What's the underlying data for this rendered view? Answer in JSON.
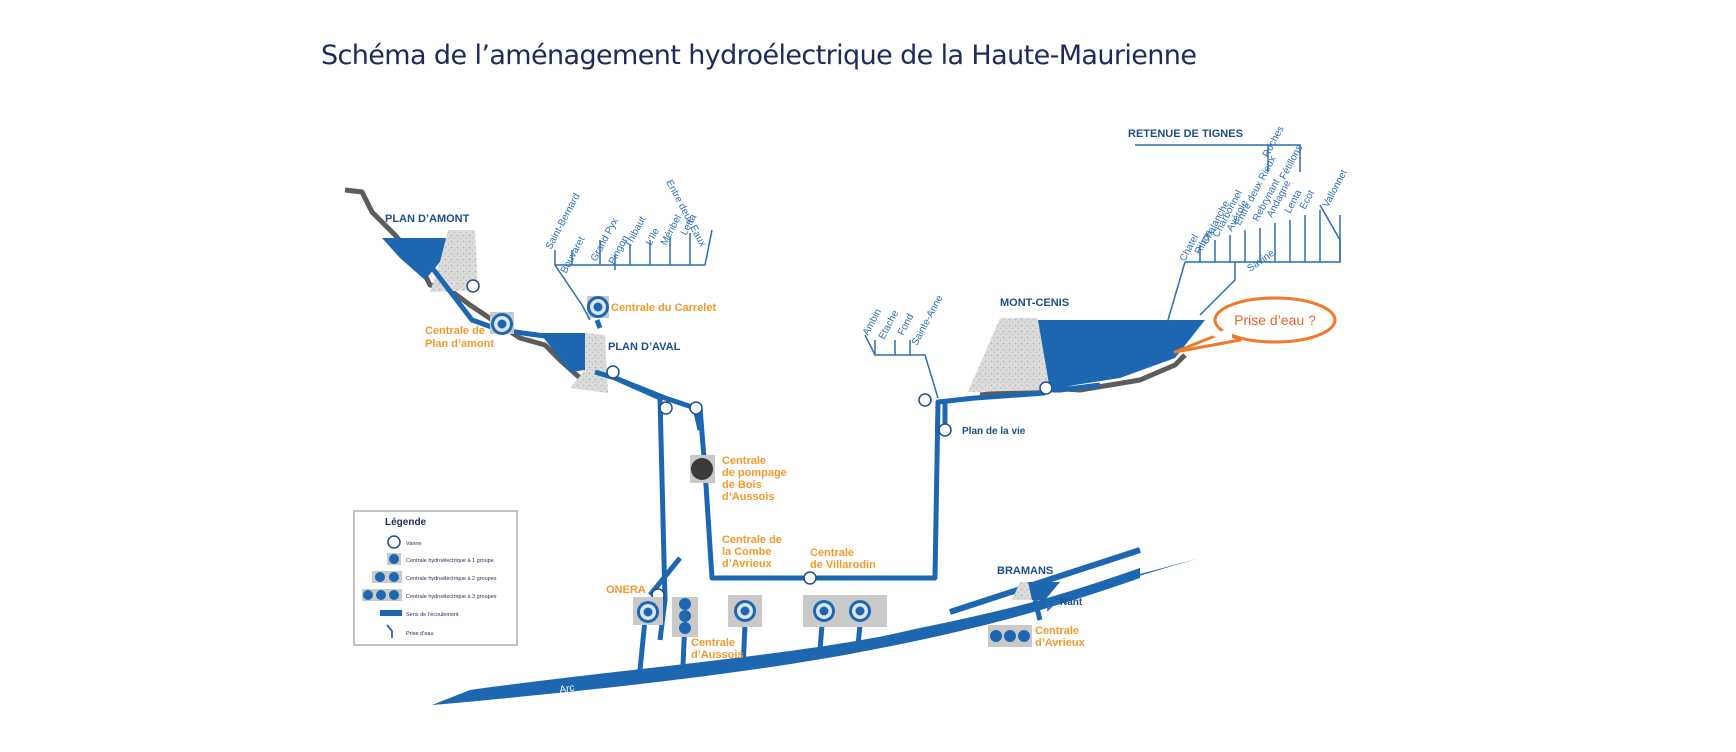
{
  "title": "Schéma de l’aménagement hydroélectrique de la Haute-Maurienne",
  "reservoirs": {
    "plan_amont": "PLAN D’AMONT",
    "plan_aval": "PLAN D’AVAL",
    "mont_cenis": "MONT-CENIS",
    "tignes": "RETENUE DE TIGNES",
    "bramans": "BRAMANS"
  },
  "plants": {
    "plan_amont": [
      "Centrale de",
      "Plan d’amont"
    ],
    "carrelet": "Centrale du Carrelet",
    "bois_aussois": [
      "Centrale",
      "de pompage",
      "de Bois",
      "d’Aussois"
    ],
    "combe_avrieux": [
      "Centrale de",
      "la Combe",
      "d’Avrieux"
    ],
    "villarodin": [
      "Centrale",
      "de Villarodin"
    ],
    "onera": "ONERA",
    "aussois": [
      "Centrale",
      "d’Aussois"
    ],
    "avrieux": [
      "Centrale",
      "d’Avrieux"
    ]
  },
  "intakes": {
    "plan_aval_streams": [
      "Saint-Bernard",
      "Bouvaret",
      "Grand Pyx",
      "Pingon",
      "Thibaut",
      "L’Ile",
      "Méribel",
      "Letta",
      "Entre deux Eaux"
    ],
    "mont_cenis_west": [
      "Ambin",
      "Etache",
      "Fond",
      "Sainte-Anne"
    ],
    "mont_cenis_east": [
      "Chatel",
      "Ribon",
      "Chalanche",
      "Charbonnel",
      "Avérole",
      "Entre deux Rieux",
      "Rebrynant",
      "Andagne",
      "Lenta",
      "Ecot",
      "Vallonnet"
    ],
    "savine": "Savine",
    "tignes": [
      "Roches",
      "Fétillons"
    ],
    "plan_de_la_vie": "Plan de la vie",
    "nant": "Nant"
  },
  "river": "Arc",
  "callout": "Prise d’eau ?",
  "legend": {
    "title": "Légende",
    "items": [
      "Vanne",
      "Centrale hydroélectrique à 1 groupe",
      "Centrale hydroélectrique à 2 groupes",
      "Centrale hydroélectrique à 3 groupes",
      "Sens de l’écoulement",
      "Prise d’eau"
    ]
  },
  "colors": {
    "pipe": "#1d67b1",
    "label_orange": "#f39a2b",
    "label_blue": "#1d4f86",
    "callout_border": "#f07a2a",
    "terrain": "#5c5c5c"
  }
}
